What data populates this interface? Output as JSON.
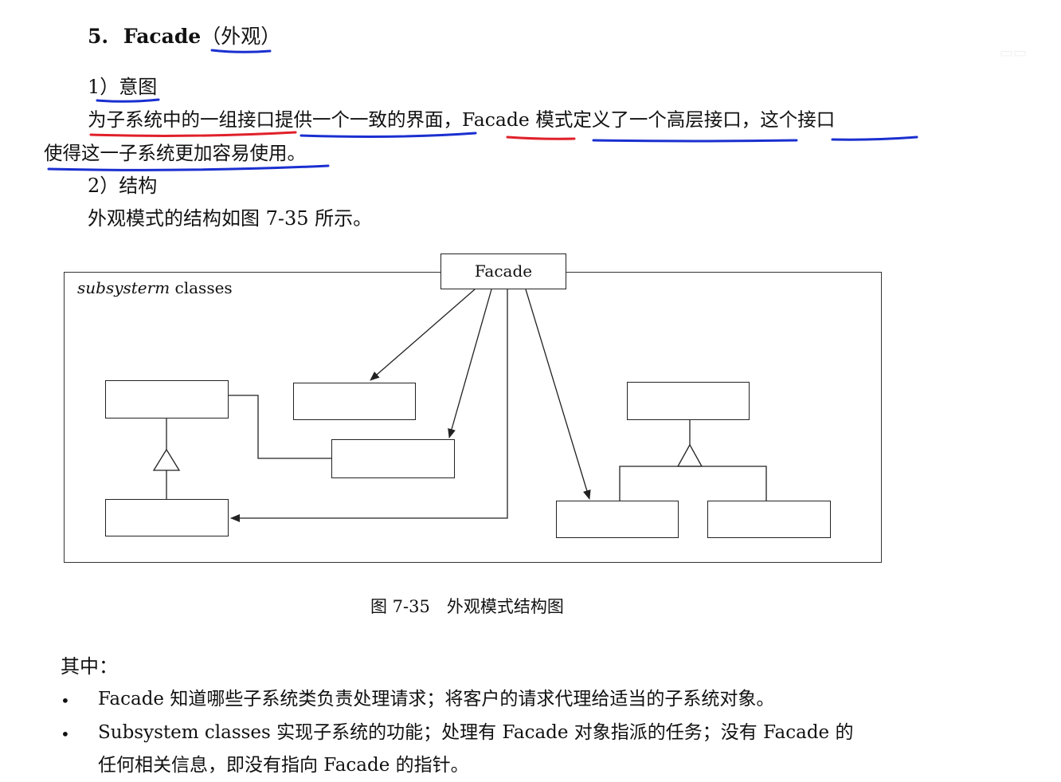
{
  "section": {
    "number": "5.",
    "title_en": "Facade",
    "title_zh": "（外观）"
  },
  "intent": {
    "heading": "1）意图",
    "line1": "为子系统中的一组接口提供一个一致的界面，Facade 模式定义了一个高层接口，这个接口",
    "line2": "使得这一子系统更加容易使用。"
  },
  "structure": {
    "heading": "2）结构",
    "text": "外观模式的结构如图 7-35 所示。"
  },
  "diagram": {
    "facade_label": "Facade",
    "subsystem_prefix": "subsysterm",
    "subsystem_suffix": " classes",
    "caption": "图 7-35　外观模式结构图"
  },
  "notes": {
    "heading": "其中：",
    "items": [
      {
        "bullet": "•",
        "text": "Facade 知道哪些子系统类负责处理请求；将客户的请求代理给适当的子系统对象。"
      },
      {
        "bullet": "•",
        "text": "Subsystem classes 实现子系统的功能；处理有 Facade 对象指派的任务；没有 Facade 的",
        "text2": "任何相关信息，即没有指向 Facade 的指针。"
      }
    ]
  },
  "annotation_colors": {
    "blue": "#1a2fd0",
    "red": "#e0202a"
  }
}
